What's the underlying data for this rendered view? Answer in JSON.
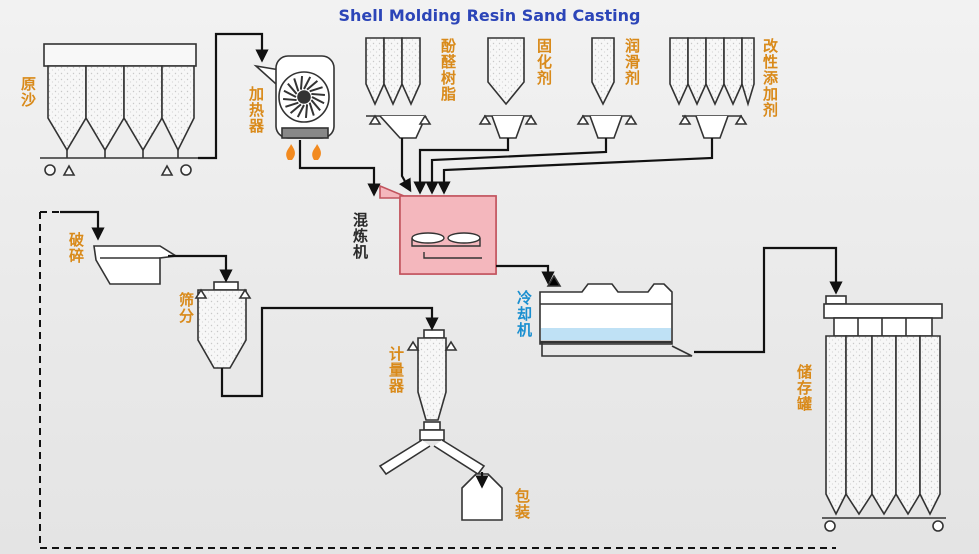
{
  "title": "Shell Molding Resin Sand Casting",
  "colors": {
    "title": "#2c45b8",
    "label_orange": "#d98a1a",
    "label_dark": "#2a2a2a",
    "label_blue": "#1a8fd0",
    "mixer_fill": "#f4b7bd",
    "mixer_stroke": "#c2545e",
    "flame": "#f28a1f",
    "coolant": "#7ec3ea"
  },
  "labels": {
    "raw_sand": "原沙",
    "heater": "加热器",
    "phenolic_resin": "酚醛树脂",
    "curing_agent": "固化剂",
    "lubricant": "润滑剂",
    "modifier": "改性添加剂",
    "mixer": "混炼机",
    "crusher": "破碎",
    "screening": "筛分",
    "cooler": "冷却机",
    "metering": "计量器",
    "packaging": "包装",
    "storage": "储存罐"
  }
}
